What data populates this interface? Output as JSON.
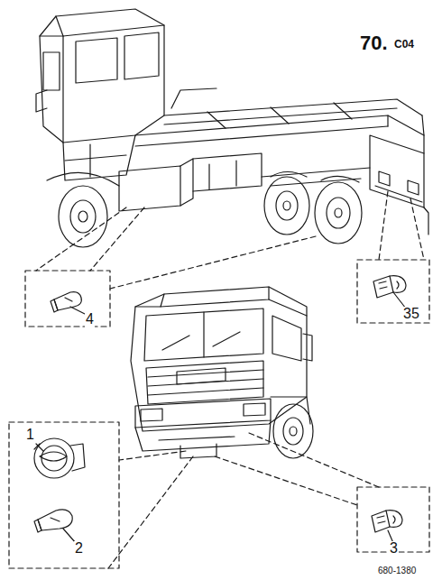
{
  "diagram": {
    "labels": [
      "70.",
      "C04",
      "4",
      "35",
      "1",
      "2",
      "3",
      "680-1380"
    ]
  }
}
